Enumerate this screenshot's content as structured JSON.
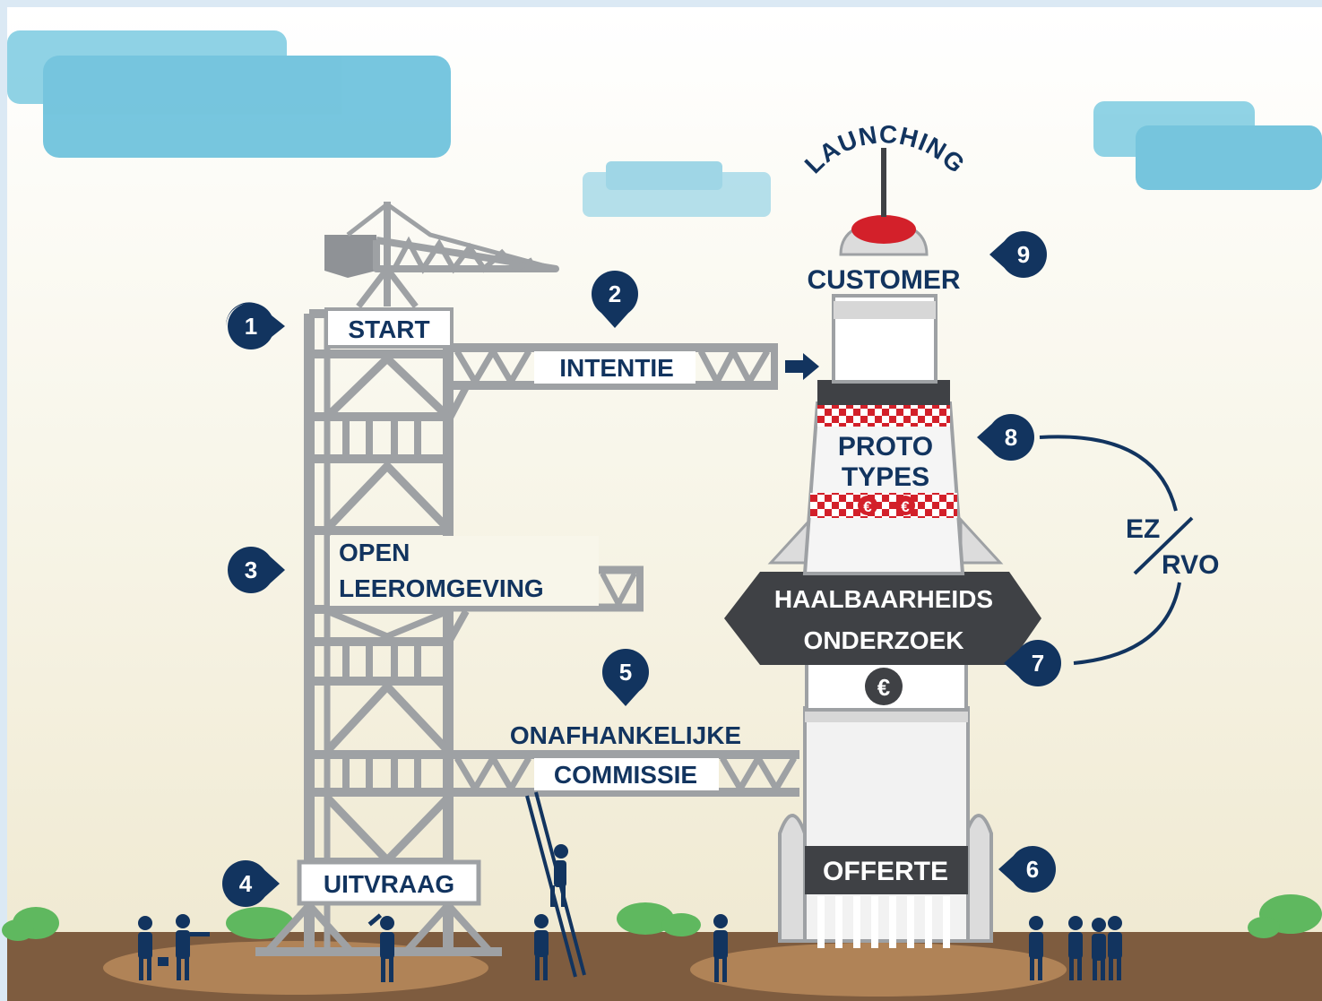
{
  "colors": {
    "navy": "#12345f",
    "steel": "#9ea1a4",
    "sky_top": "#ffffff",
    "sky_bottom": "#f1ecd6",
    "cloud": "#6cc3dd",
    "ground": "#7e5c3f",
    "bush": "#5fb85f",
    "red": "#d3202a",
    "dark_band": "#3f4145"
  },
  "steps": {
    "start": {
      "num": "1",
      "label": "START"
    },
    "intentie": {
      "num": "2",
      "label": "INTENTIE"
    },
    "open": {
      "num": "3",
      "line1": "OPEN",
      "line2": "LEEROMGEVING"
    },
    "uitvraag": {
      "num": "4",
      "label": "UITVRAAG"
    },
    "commissie": {
      "num": "5",
      "line1": "ONAFHANKELIJKE",
      "line2": "COMMISSIE"
    },
    "offerte": {
      "num": "6",
      "label": "OFFERTE"
    },
    "haalbaarheid": {
      "num": "7",
      "line1": "HAALBAARHEIDS",
      "line2": "ONDERZOEK"
    },
    "prototypes": {
      "num": "8",
      "line1": "PROTO",
      "line2": "TYPES"
    },
    "launching": {
      "num": "9",
      "arc": "LAUNCHING",
      "label": "CUSTOMER"
    }
  },
  "ez_rvo": {
    "top": "EZ",
    "bottom": "RVO"
  },
  "euro": "€",
  "icons": [
    "location-pin-marker",
    "arrow-right",
    "euro-coin",
    "tower-crane",
    "rocket",
    "people-silhouettes",
    "clouds",
    "bushes"
  ]
}
